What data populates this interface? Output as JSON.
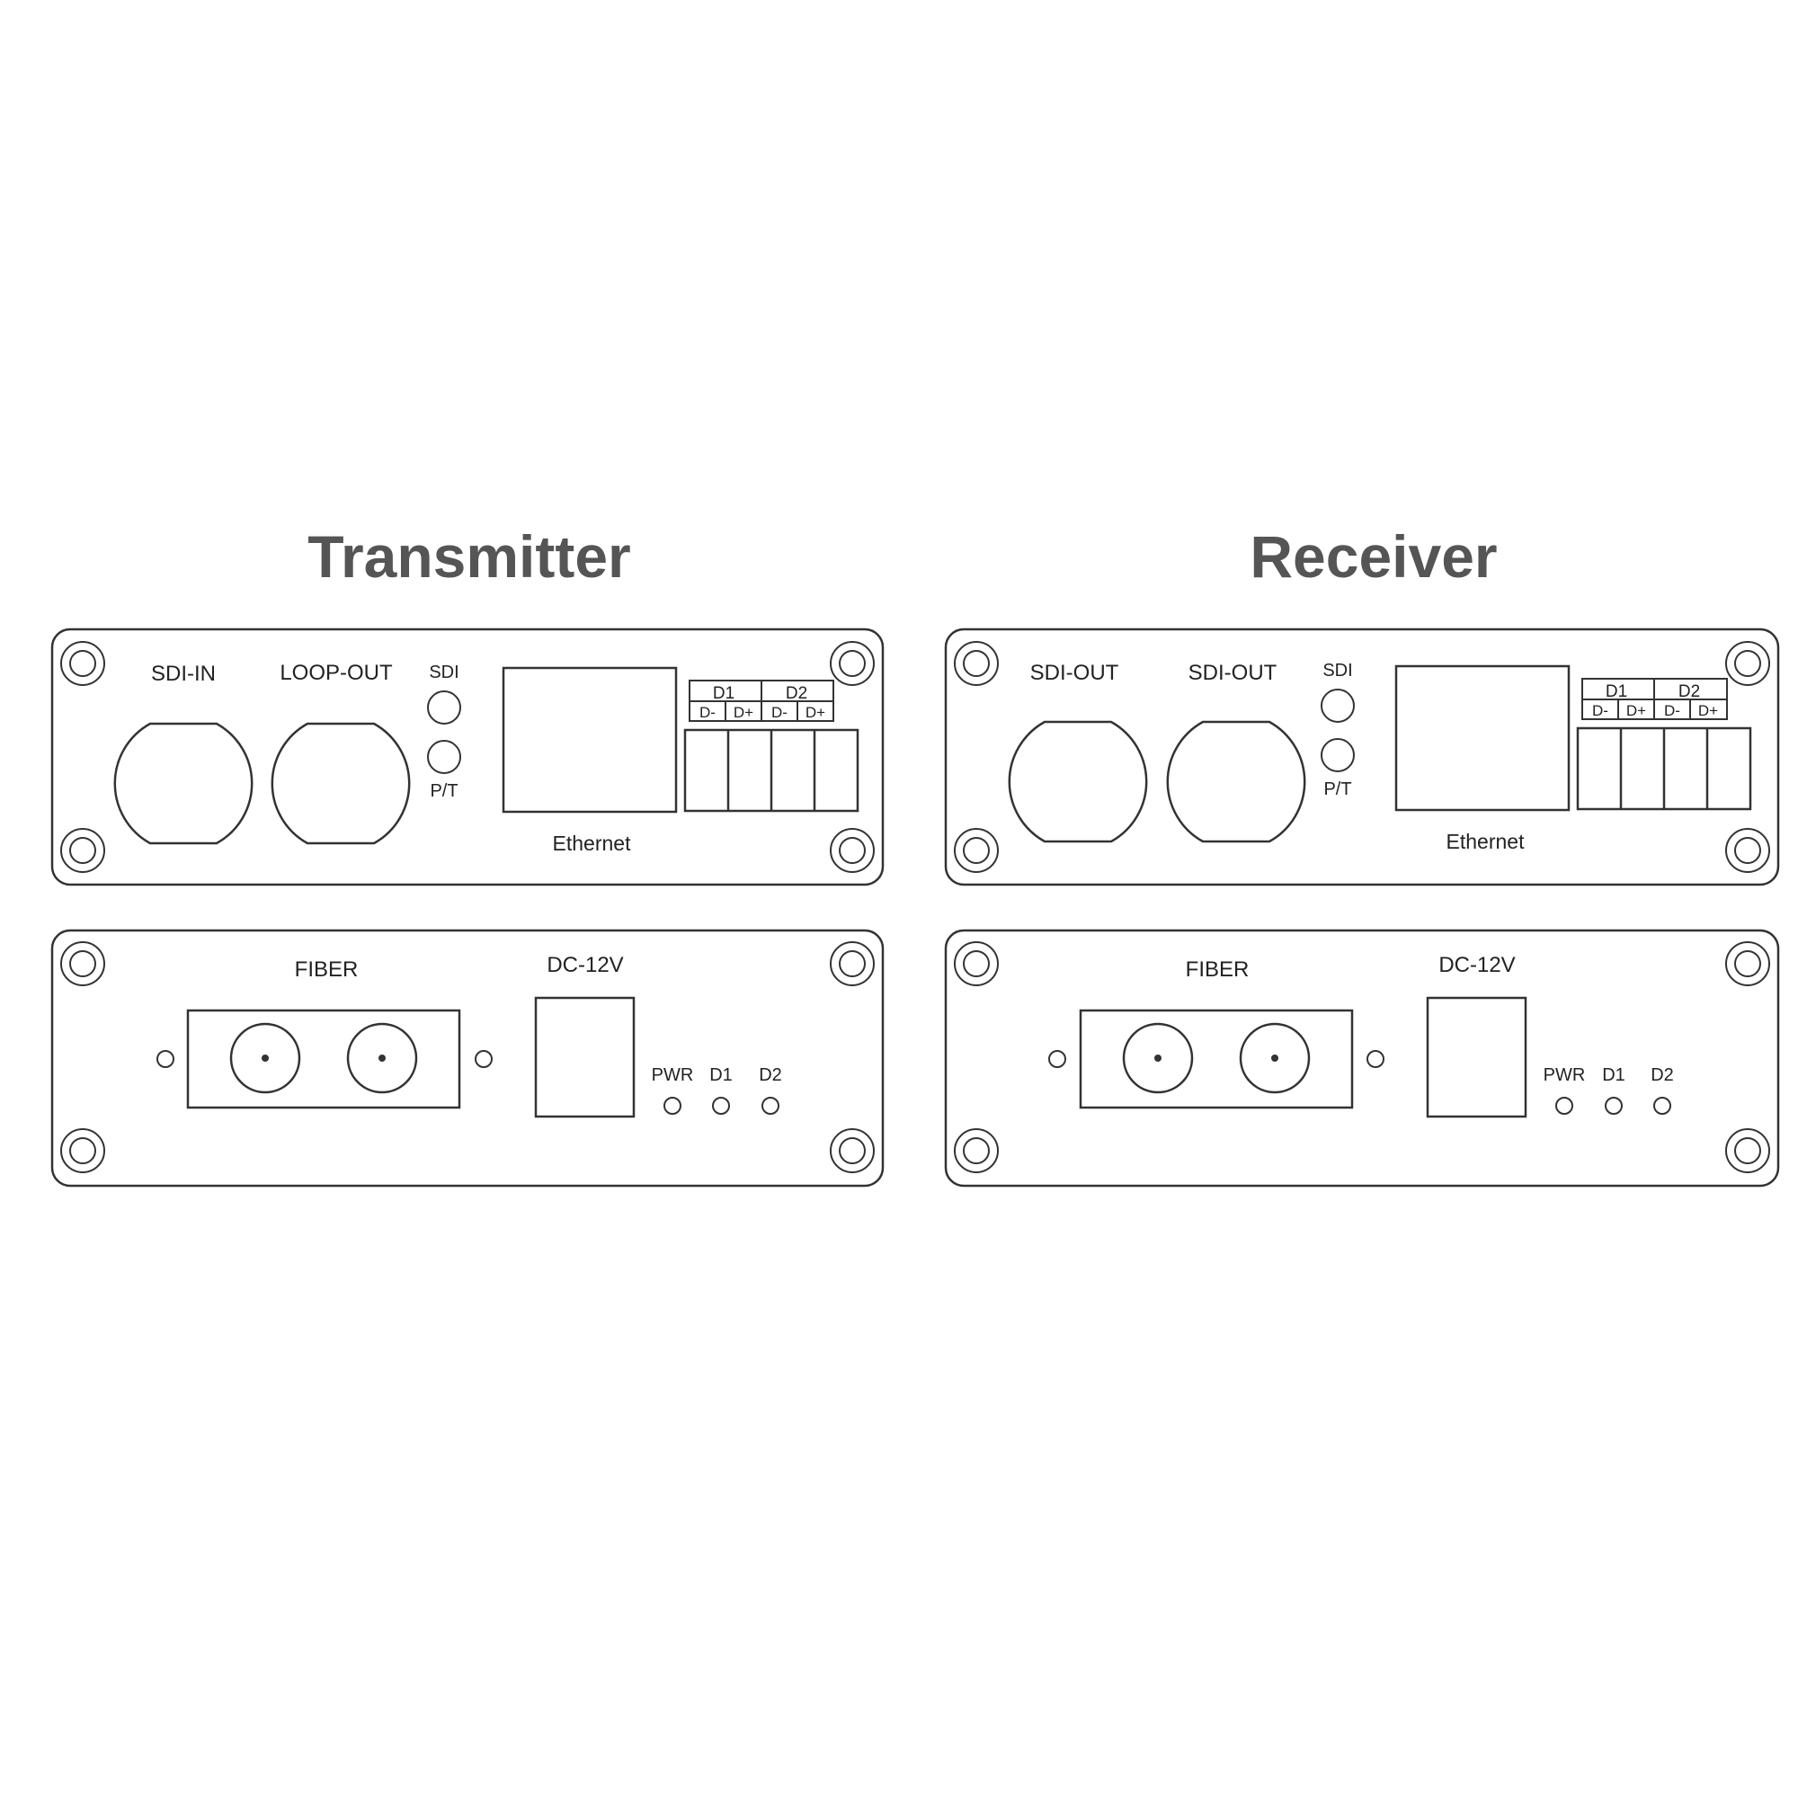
{
  "transmitter": {
    "title": "Transmitter",
    "front": {
      "bnc_left_label": "SDI-IN",
      "bnc_right_label": "LOOP-OUT",
      "led_top_label": "SDI",
      "led_bottom_label": "P/T",
      "ethernet_label": "Ethernet",
      "terminal_group_labels": [
        "D1",
        "D2"
      ],
      "terminal_pin_labels": [
        "D-",
        "D+",
        "D-",
        "D+"
      ]
    },
    "rear": {
      "fiber_label": "FIBER",
      "power_label": "DC-12V",
      "status_led_labels": [
        "PWR",
        "D1",
        "D2"
      ]
    }
  },
  "receiver": {
    "title": "Receiver",
    "front": {
      "bnc_left_label": "SDI-OUT",
      "bnc_right_label": "SDI-OUT",
      "led_top_label": "SDI",
      "led_bottom_label": "P/T",
      "ethernet_label": "Ethernet",
      "terminal_group_labels": [
        "D1",
        "D2"
      ],
      "terminal_pin_labels": [
        "D-",
        "D+",
        "D-",
        "D+"
      ]
    },
    "rear": {
      "fiber_label": "FIBER",
      "power_label": "DC-12V",
      "status_led_labels": [
        "PWR",
        "D1",
        "D2"
      ]
    }
  },
  "colors": {
    "line": "#333333",
    "title": "#555555",
    "text": "#222222",
    "background": "#ffffff"
  }
}
